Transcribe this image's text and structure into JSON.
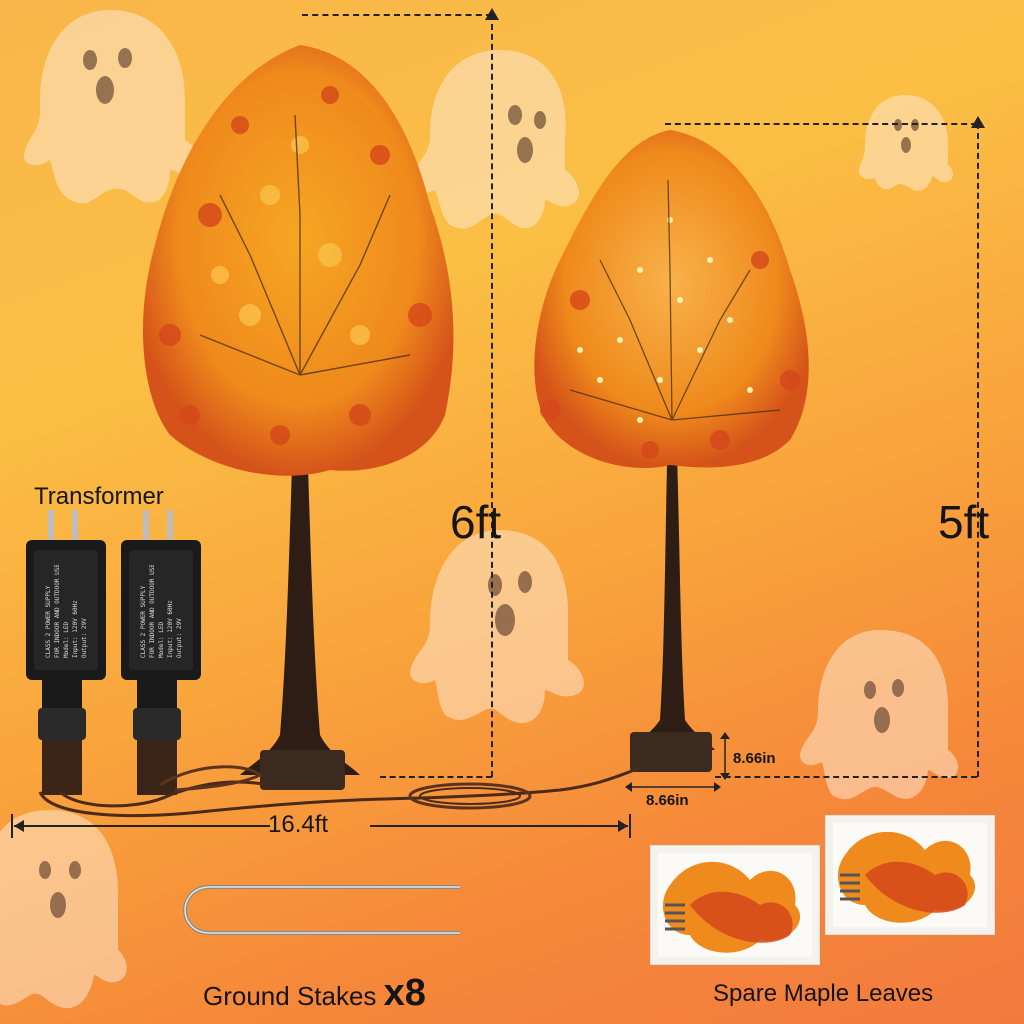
{
  "labels": {
    "transformer": "Transformer",
    "tree_tall_height": "6ft",
    "tree_short_height": "5ft",
    "base_height": "8.66in",
    "base_width": "8.66in",
    "cable_length": "16.4ft",
    "ground_stakes": "Ground Stakes",
    "ground_stakes_qty": "x8",
    "spare_leaves": "Spare Maple Leaves"
  },
  "adapter_label": {
    "line1": "CLASS 2 POWER SUPPLY",
    "line2": "FOR INDOOR AND OUTDOOR USE",
    "line3": "Model: LED",
    "line4": "Input: 120V 60Hz",
    "line5": "Output: 29V"
  },
  "colors": {
    "background_top": "#fbbf45",
    "background_bottom": "#f27a3e",
    "leaf_orange": "#f08a1c",
    "leaf_red": "#d4471a",
    "trunk": "#2e1d14",
    "adapter": "#1a1a1a",
    "cable": "#4b2a1a",
    "ghost": "#fde8d0"
  }
}
